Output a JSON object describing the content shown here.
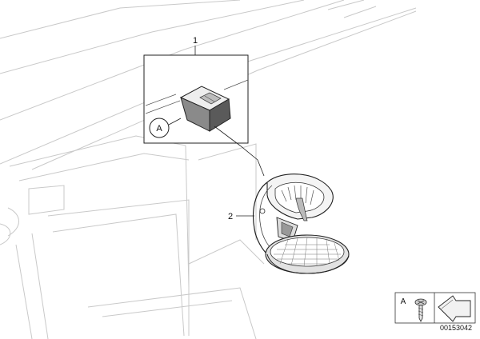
{
  "diagram": {
    "callouts": [
      {
        "id": "part-1",
        "label": "1"
      },
      {
        "id": "part-2",
        "label": "2"
      }
    ],
    "detail_marker": "A",
    "legend": {
      "marker": "A",
      "catalog_number": "00153042"
    }
  }
}
